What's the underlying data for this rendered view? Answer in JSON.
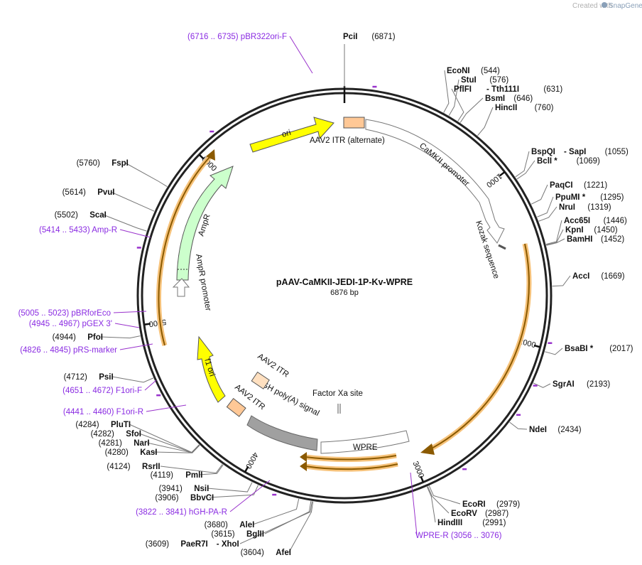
{
  "credit": {
    "prefix": "Created with",
    "brand": "SnapGene"
  },
  "plasmid": {
    "name": "pAAV-CaMKII-JEDI-1P-Kv-WPRE",
    "size_label": "6876 bp",
    "length": 6876
  },
  "scale_ticks": [
    "1000",
    "2000",
    "3000",
    "4000",
    "5000",
    "6000"
  ],
  "colors": {
    "enzyme_line": "#777777",
    "primer": "#9932cc",
    "ori": "#ffff00",
    "ampr": "#ccffcc",
    "itr": "#ffc896",
    "orf_orange": "#f0a030",
    "polya": "#a0a0a0",
    "ring": "#222222"
  },
  "enzymes": [
    {
      "name": "PciI",
      "pos": "(6871)"
    },
    {
      "name": "EcoNI",
      "pos": "(544)"
    },
    {
      "name": "StuI",
      "pos": "(576)"
    },
    {
      "name": "PflFI",
      "sep": "-",
      "name2": "Tth111I",
      "pos": "(631)"
    },
    {
      "name": "BsmI",
      "pos": "(646)"
    },
    {
      "name": "HincII",
      "pos": "(760)"
    },
    {
      "name": "BspQI",
      "sep": "-",
      "name2": "SapI",
      "pos": "(1055)"
    },
    {
      "name": "BclI *",
      "pos": "(1069)"
    },
    {
      "name": "PaqCI",
      "pos": "(1221)"
    },
    {
      "name": "PpuMI *",
      "pos": "(1295)"
    },
    {
      "name": "NruI",
      "pos": "(1319)"
    },
    {
      "name": "Acc65I",
      "pos": "(1446)"
    },
    {
      "name": "KpnI",
      "pos": "(1450)"
    },
    {
      "name": "BamHI",
      "pos": "(1452)"
    },
    {
      "name": "AccI",
      "pos": "(1669)"
    },
    {
      "name": "BsaBI *",
      "pos": "(2017)"
    },
    {
      "name": "SgrAI",
      "pos": "(2193)"
    },
    {
      "name": "NdeI",
      "pos": "(2434)"
    },
    {
      "name": "EcoRI",
      "pos": "(2979)"
    },
    {
      "name": "EcoRV",
      "pos": "(2987)"
    },
    {
      "name": "HindIII",
      "pos": "(2991)"
    },
    {
      "name": "AfeI",
      "pos": "(3604)"
    },
    {
      "name": "PaeR7I",
      "sep": "-",
      "name2": "XhoI",
      "pos": "(3609)"
    },
    {
      "name": "BglII",
      "pos": "(3615)"
    },
    {
      "name": "AleI",
      "pos": "(3680)"
    },
    {
      "name": "BbvCI",
      "pos": "(3906)"
    },
    {
      "name": "NsiI",
      "pos": "(3941)"
    },
    {
      "name": "PmlI",
      "pos": "(4119)"
    },
    {
      "name": "RsrII",
      "pos": "(4124)"
    },
    {
      "name": "KasI",
      "pos": "(4280)"
    },
    {
      "name": "NarI",
      "pos": "(4281)"
    },
    {
      "name": "SfoI",
      "pos": "(4282)"
    },
    {
      "name": "PluTI",
      "pos": "(4284)"
    },
    {
      "name": "PsiI",
      "pos": "(4712)"
    },
    {
      "name": "PfoI",
      "pos": "(4944)"
    },
    {
      "name": "ScaI",
      "pos": "(5502)"
    },
    {
      "name": "PvuI",
      "pos": "(5614)"
    },
    {
      "name": "FspI",
      "pos": "(5760)"
    }
  ],
  "primers": [
    {
      "range": "(6716 .. 6735)",
      "name": "pBR322ori-F"
    },
    {
      "range": "(5414 .. 5433)",
      "name": "Amp-R"
    },
    {
      "range": "(5005 .. 5023)",
      "name": "pBRforEco"
    },
    {
      "range": "(4945 .. 4967)",
      "name": "pGEX 3'"
    },
    {
      "range": "(4826 .. 4845)",
      "name": "pRS-marker"
    },
    {
      "range": "(4651 .. 4672)",
      "name": "F1ori-F"
    },
    {
      "range": "(4441 .. 4460)",
      "name": "F1ori-R"
    },
    {
      "range": "(3822 .. 3841)",
      "name": "hGH-PA-R"
    },
    {
      "name": "WPRE-R",
      "range": "(3056 .. 3076)"
    }
  ],
  "features": {
    "ori": "ori",
    "itr_alt": "AAV2 ITR (alternate)",
    "camkii": "CaMKII promoter",
    "kozak": "Kozak sequence",
    "ampr": "AmpR",
    "ampr_promoter": "AmpR promoter",
    "f1ori": "f1 ori",
    "itr1": "AAV2 ITR",
    "itr2": "AAV2 ITR",
    "hgh": "hGH poly(A) signal",
    "factor_xa": "Factor Xa site",
    "wpre": "WPRE"
  }
}
